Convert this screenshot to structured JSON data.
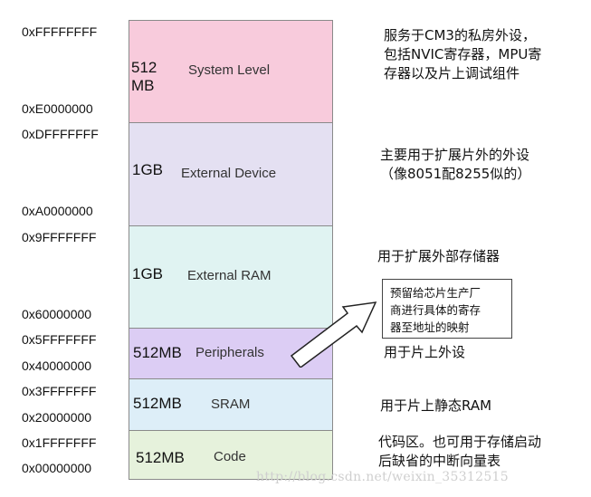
{
  "addresses": [
    "0xFFFFFFFF",
    "0xE0000000",
    "0xDFFFFFFF",
    "0xA0000000",
    "0x9FFFFFFF",
    "0x60000000",
    "0x5FFFFFFF",
    "0x40000000",
    "0x3FFFFFFF",
    "0x20000000",
    "0x1FFFFFFF",
    "0x00000000"
  ],
  "regions": [
    {
      "size_line1": "512",
      "size_line2": "MB",
      "name": "System Level",
      "color": "#f8cbdc"
    },
    {
      "size": "1GB",
      "name": "External Device",
      "color": "#e4e0f2"
    },
    {
      "size": "1GB",
      "name": "External RAM",
      "color": "#e0f3f2"
    },
    {
      "size": "512MB",
      "name": "Peripherals",
      "color": "#dccdf4"
    },
    {
      "size": "512MB",
      "name": "SRAM",
      "color": "#ddeef8"
    },
    {
      "size": "512MB",
      "name": "Code",
      "color": "#e6f2dc"
    }
  ],
  "descriptions": {
    "system_level": [
      "服务于CM3的私房外设，",
      "包括NVIC寄存器，MPU寄",
      "存器以及片上调试组件"
    ],
    "external_device": [
      "主要用于扩展片外的外设",
      "（像8051配8255似的）"
    ],
    "external_ram": [
      "用于扩展外部存储器"
    ],
    "peripherals": [
      "用于片上外设"
    ],
    "sram": [
      "用于片上静态RAM"
    ],
    "code": [
      "代码区。也可用于存储启动",
      "后缺省的中断向量表"
    ]
  },
  "callout": [
    "预留给芯片生产厂",
    "商进行具体的寄存",
    "器至地址的映射"
  ],
  "watermark": "http://blog.csdn.net/weixin_35312515"
}
